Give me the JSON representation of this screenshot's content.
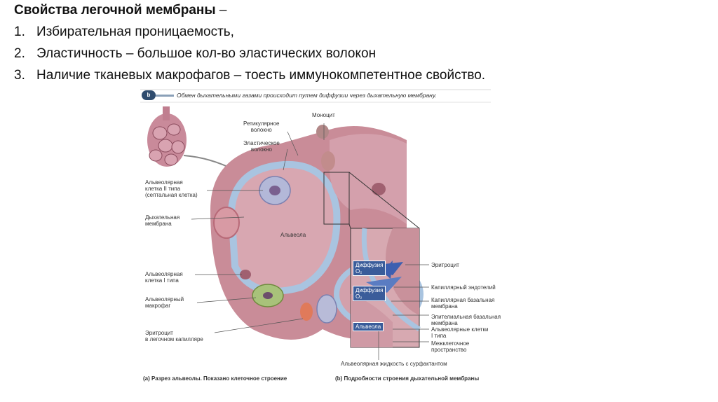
{
  "slide": {
    "title": "Свойства легочной мембраны",
    "title_dash": " –",
    "items": [
      {
        "num": "1.",
        "text": "Избирательная проницаемость,"
      },
      {
        "num": "2.",
        "text": "Эластичность – большое кол-во эластических волокон"
      },
      {
        "num": "3.",
        "text": "Наличие тканевых макрофагов – тоесть иммунокомпетентное свойство."
      }
    ]
  },
  "figure": {
    "badge": "b",
    "caption_top": "Обмен дыхательными газами происходит путем диффузии через дыхательную мембрану.",
    "labels": {
      "reticular": "Ретикулярное\nволокно",
      "monocyte": "Моноцит",
      "elastic": "Эластическое\nволокно",
      "alveolar2": "Альвеолярная\nклетка II типа\n(септальная клетка)",
      "resp_membrane": "Дыхательная\nмембрана",
      "alveola": "Альвеола",
      "alveolar1": "Альвеолярная\nклетка I типа",
      "macrophage": "Альвеолярный\nмакрофаг",
      "erythrocyte_cap": "Эритроцит\nв легочном капилляре",
      "erythrocyte": "Эритроцит",
      "cap_endothelium": "Капиллярный эндотелий",
      "cap_basal": "Капиллярная базальная\nмембрана",
      "epi_basal": "Эпителиальная базальная\nмембрана",
      "alveolar_cells1": "Альвеолярные клетки\nI типа",
      "interstitial": "Межклеточное\nпространство",
      "fluid": "Альвеолярная жидкость с сурфактантом",
      "diff_co2": "Диффузия\nO₂",
      "diff_o2": "Диффузия\nO₂",
      "alveola_box": "Альвеола"
    },
    "caption_a": "(a) Разрез альвеолы. Показано клеточное строение",
    "caption_b": "(b) Подробности строения дыхательной мембраны"
  }
}
